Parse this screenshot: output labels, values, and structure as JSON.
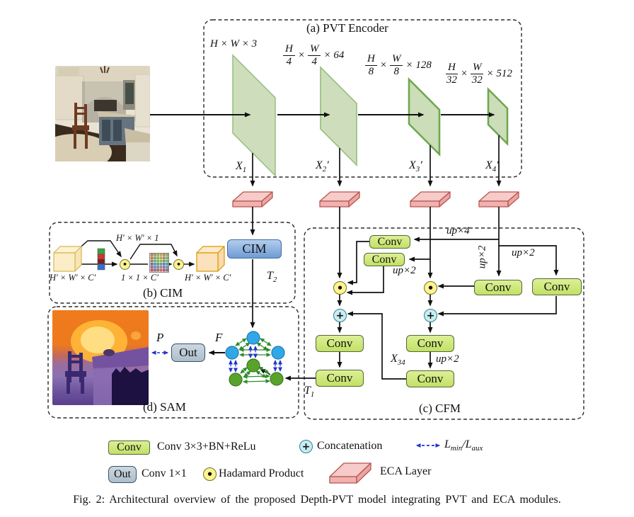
{
  "figure": {
    "caption": "Fig. 2: Architectural overview of the proposed Depth-PVT model integrating PVT and ECA modules."
  },
  "encoder": {
    "title": "(a) PVT Encoder",
    "dim1": "H × W × 3",
    "dims": [
      {
        "num1": "H",
        "den1": "4",
        "sep": "×",
        "num2": "W",
        "den2": "4",
        "tail": "× 64"
      },
      {
        "num1": "H",
        "den1": "8",
        "sep": "×",
        "num2": "W",
        "den2": "8",
        "tail": "× 128"
      },
      {
        "num1": "H",
        "den1": "32",
        "sep": "×",
        "num2": "W",
        "den2": "32",
        "tail": "× 512"
      }
    ],
    "outputs": [
      {
        "base": "X",
        "sub": "1",
        "prime": ""
      },
      {
        "base": "X",
        "sub": "2",
        "prime": "′"
      },
      {
        "base": "X",
        "sub": "3",
        "prime": "′"
      },
      {
        "base": "X",
        "sub": "4",
        "prime": "′"
      }
    ]
  },
  "cim": {
    "title": "(b) CIM",
    "module_label": "CIM",
    "input_dims": "H′ × W′ × C′",
    "vector_dims": "1 × 1 × C′",
    "attention_dims": "H′ × W′ × 1",
    "output_dims": "H′ × W′ × C′",
    "t2": {
      "base": "T",
      "sub": "2"
    }
  },
  "cfm": {
    "title": "(c) CFM",
    "conv": "Conv",
    "up4": "up×4",
    "up2": "up×2",
    "x34": {
      "base": "X",
      "sub": "34"
    },
    "t1": {
      "base": "T",
      "sub": "1"
    }
  },
  "sam": {
    "title": "(d) SAM",
    "out": "Out",
    "f": "F",
    "p": "P"
  },
  "ops": {
    "concat_symbol": "+",
    "hadamard_symbol": "•"
  },
  "legend": {
    "conv_sample": "Conv",
    "conv_desc": "Conv 3×3+BN+ReLu",
    "concat_desc": "Concatenation",
    "loss": {
      "l1": "L",
      "s1": "min",
      "sep": "/",
      "l2": "L",
      "s2": "aux"
    },
    "out_sample": "Out",
    "out_desc": "Conv 1×1",
    "hadamard_desc": "Hadamard Product",
    "eca_desc": "ECA Layer"
  },
  "colors": {
    "conv_fill": "#c9e272",
    "eca_fill": "#f6cbc9",
    "eca_stroke": "#b85450",
    "cim_fill": "#7ea3d8",
    "out_fill": "#b9c7d2",
    "concat_fill": "#c8ecf0",
    "hadamard_fill": "#fdf48f",
    "stage_green": "#c7d9b3",
    "graph_blue": "#30a8e8",
    "graph_green": "#58a32c",
    "loss_blue": "#2233cc"
  }
}
